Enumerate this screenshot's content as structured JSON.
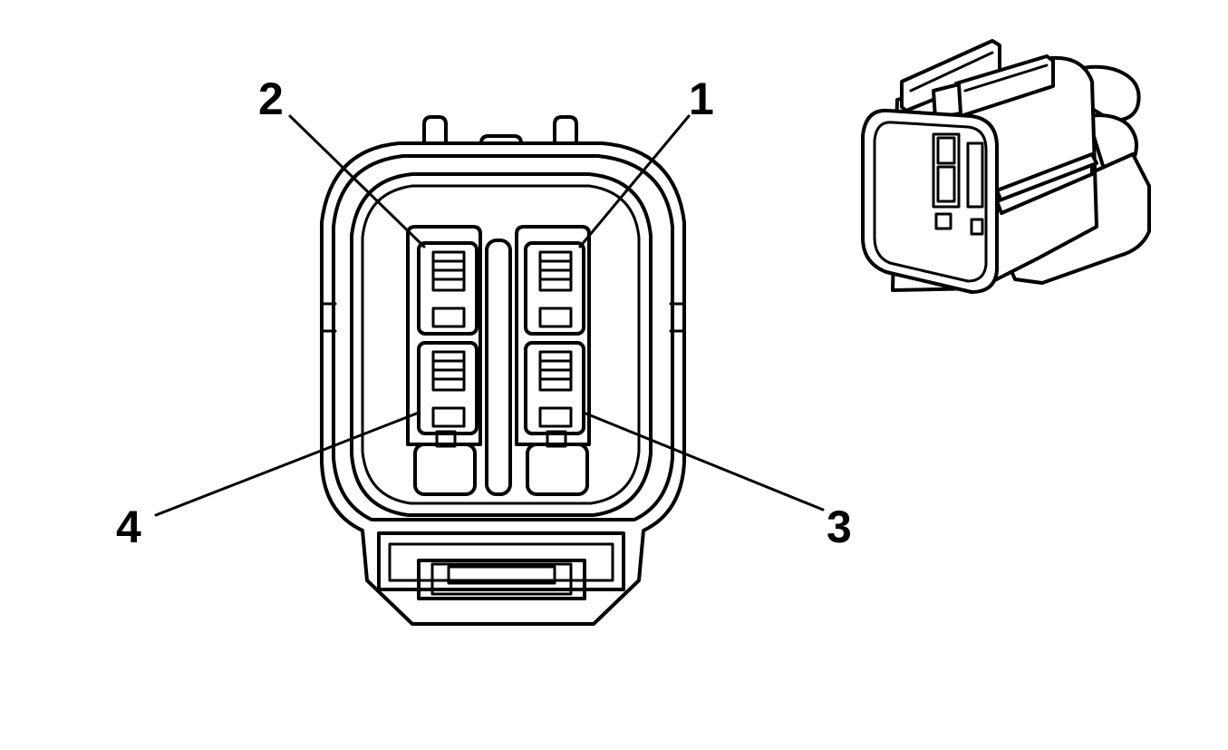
{
  "pin_labels": {
    "pin1": "1",
    "pin2": "2",
    "pin3": "3",
    "pin4": "4"
  },
  "colors": {
    "line": "#000000",
    "background": "#ffffff"
  }
}
